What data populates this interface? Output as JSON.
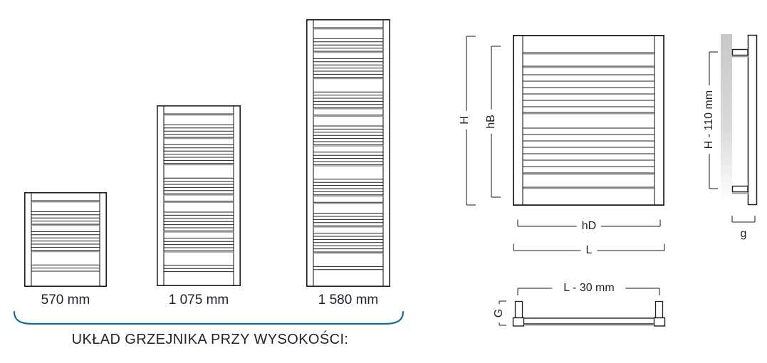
{
  "palette": {
    "line": "#1f1f1f",
    "shadow_line": "#9a9a9a",
    "dim_line": "#4a4a4a",
    "accent": "#1e6b94",
    "label_text": "#20242e",
    "dim_text": "#1f1f1f",
    "wall_top": "#c8c8c8",
    "wall_mid": "#dadada",
    "wall_bottom": "#ffffff"
  },
  "size_comparison": {
    "caption": "UKŁAD GRZEJNIKA PRZY WYSOKOŚCI:",
    "radiators": [
      {
        "label": "570 mm",
        "height_mm": 570
      },
      {
        "label": "1 075 mm",
        "height_mm": 1075
      },
      {
        "label": "1 580 mm",
        "height_mm": 1580
      }
    ]
  },
  "dimension_diagram": {
    "front_view": {
      "labels": {
        "height_total": "H",
        "height_inner": "hB",
        "width_inner": "hD",
        "width_total": "L"
      }
    },
    "side_view": {
      "labels": {
        "mount_height": "H - 110 mm",
        "depth": "g"
      }
    },
    "top_view": {
      "labels": {
        "mount_spacing": "L - 30 mm",
        "collector_depth": "G"
      }
    }
  }
}
